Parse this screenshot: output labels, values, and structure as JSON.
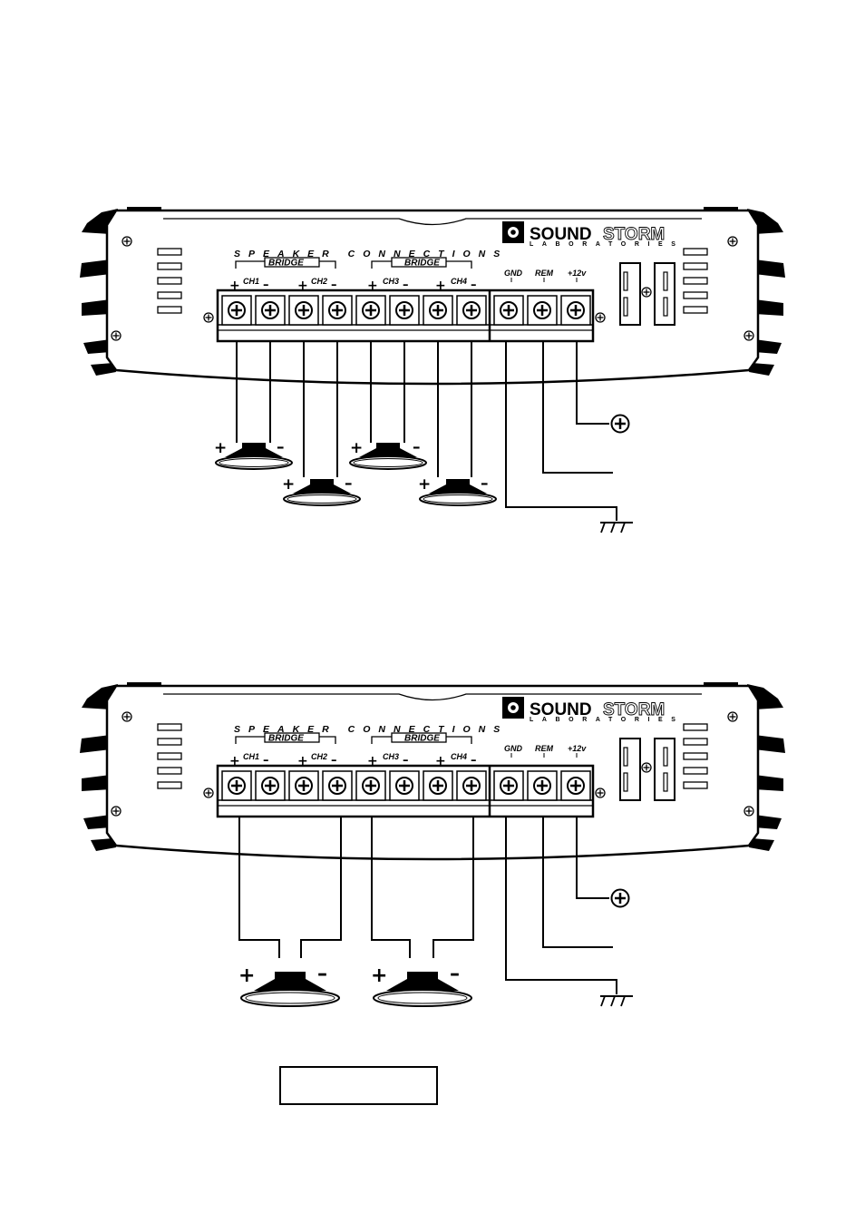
{
  "brand": {
    "name_part1": "SOUND",
    "name_part2": "STORM",
    "subtitle": "LABORATORIES"
  },
  "panel": {
    "speaker_connections": "SPEAKER CONNECTIONS",
    "bridge_label": "BRIDGE",
    "channels": [
      "CH1",
      "CH2",
      "CH3",
      "CH4"
    ],
    "power_terminals": [
      "GND",
      "REM",
      "+12v"
    ],
    "plus_sign": "+",
    "minus_sign": "–"
  },
  "diagrams": [
    {
      "mode": "4-channel",
      "speaker_count": 4
    },
    {
      "mode": "bridged",
      "speaker_count": 2
    }
  ],
  "caption_box": {
    "text": ""
  }
}
